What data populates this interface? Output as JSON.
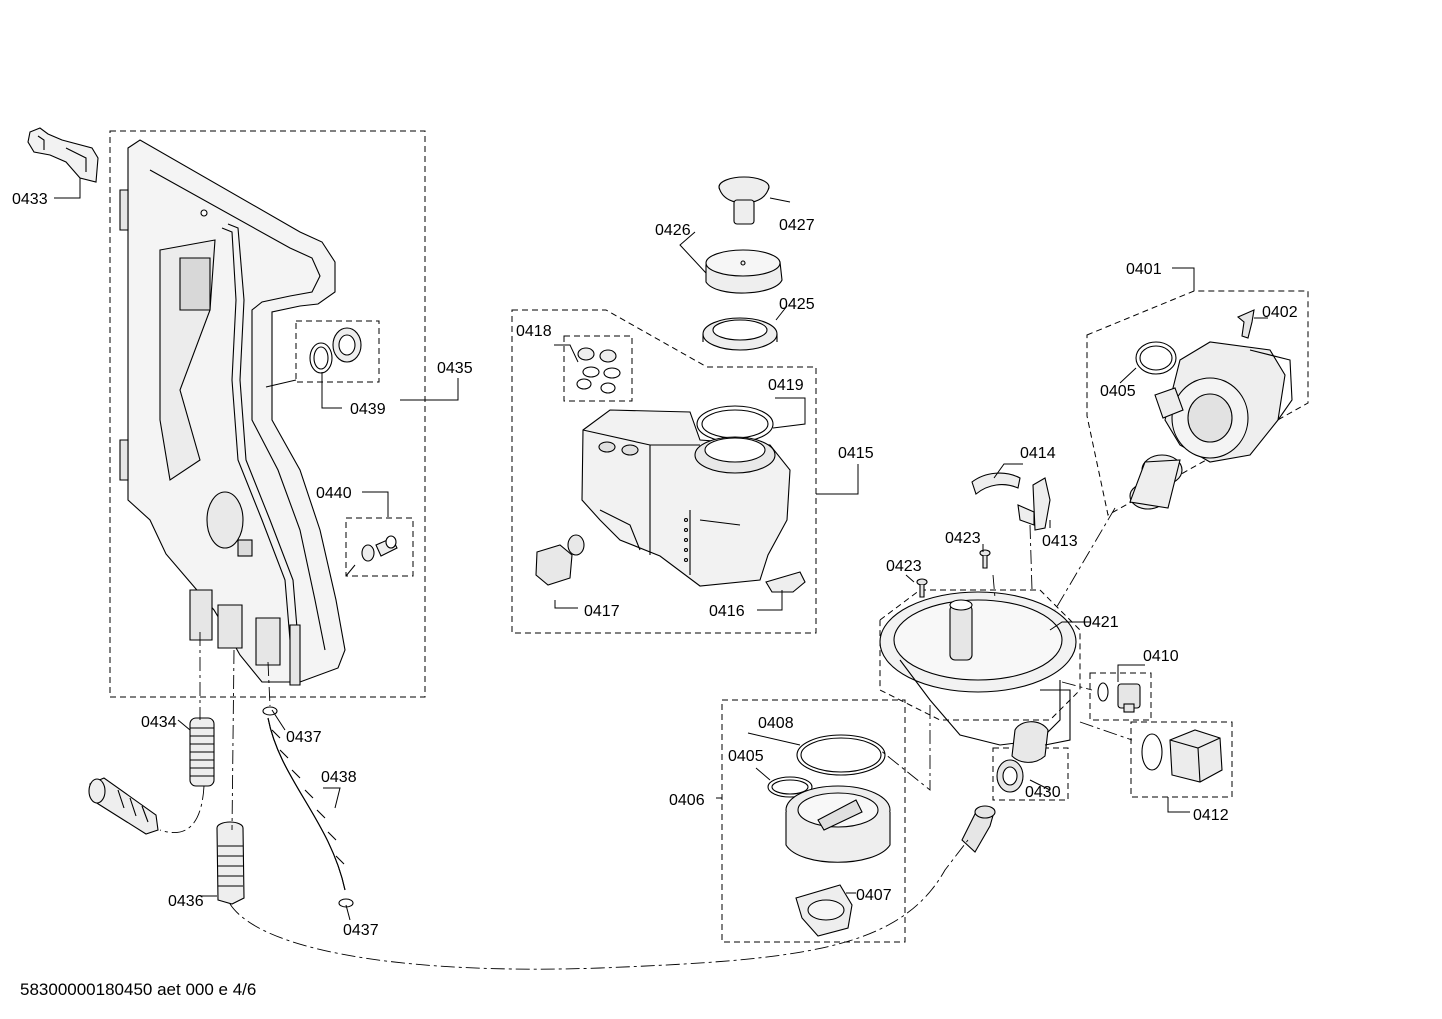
{
  "colors": {
    "line": "#000000",
    "background": "#ffffff",
    "part_fill": "#f2f2f2"
  },
  "labels": {
    "p0401": "0401",
    "p0402": "0402",
    "p0405a": "0405",
    "p0405b": "0405",
    "p0406": "0406",
    "p0407": "0407",
    "p0408": "0408",
    "p0410": "0410",
    "p0412": "0412",
    "p0413": "0413",
    "p0414": "0414",
    "p0415": "0415",
    "p0416": "0416",
    "p0417": "0417",
    "p0418": "0418",
    "p0419": "0419",
    "p0421": "0421",
    "p0423a": "0423",
    "p0423b": "0423",
    "p0425": "0425",
    "p0426": "0426",
    "p0427": "0427",
    "p0430": "0430",
    "p0433": "0433",
    "p0434": "0434",
    "p0435": "0435",
    "p0436": "0436",
    "p0437a": "0437",
    "p0437b": "0437",
    "p0438": "0438",
    "p0439": "0439",
    "p0440": "0440"
  },
  "footer": {
    "doc_id": "58300000180450 aet 000 e 4/6"
  }
}
